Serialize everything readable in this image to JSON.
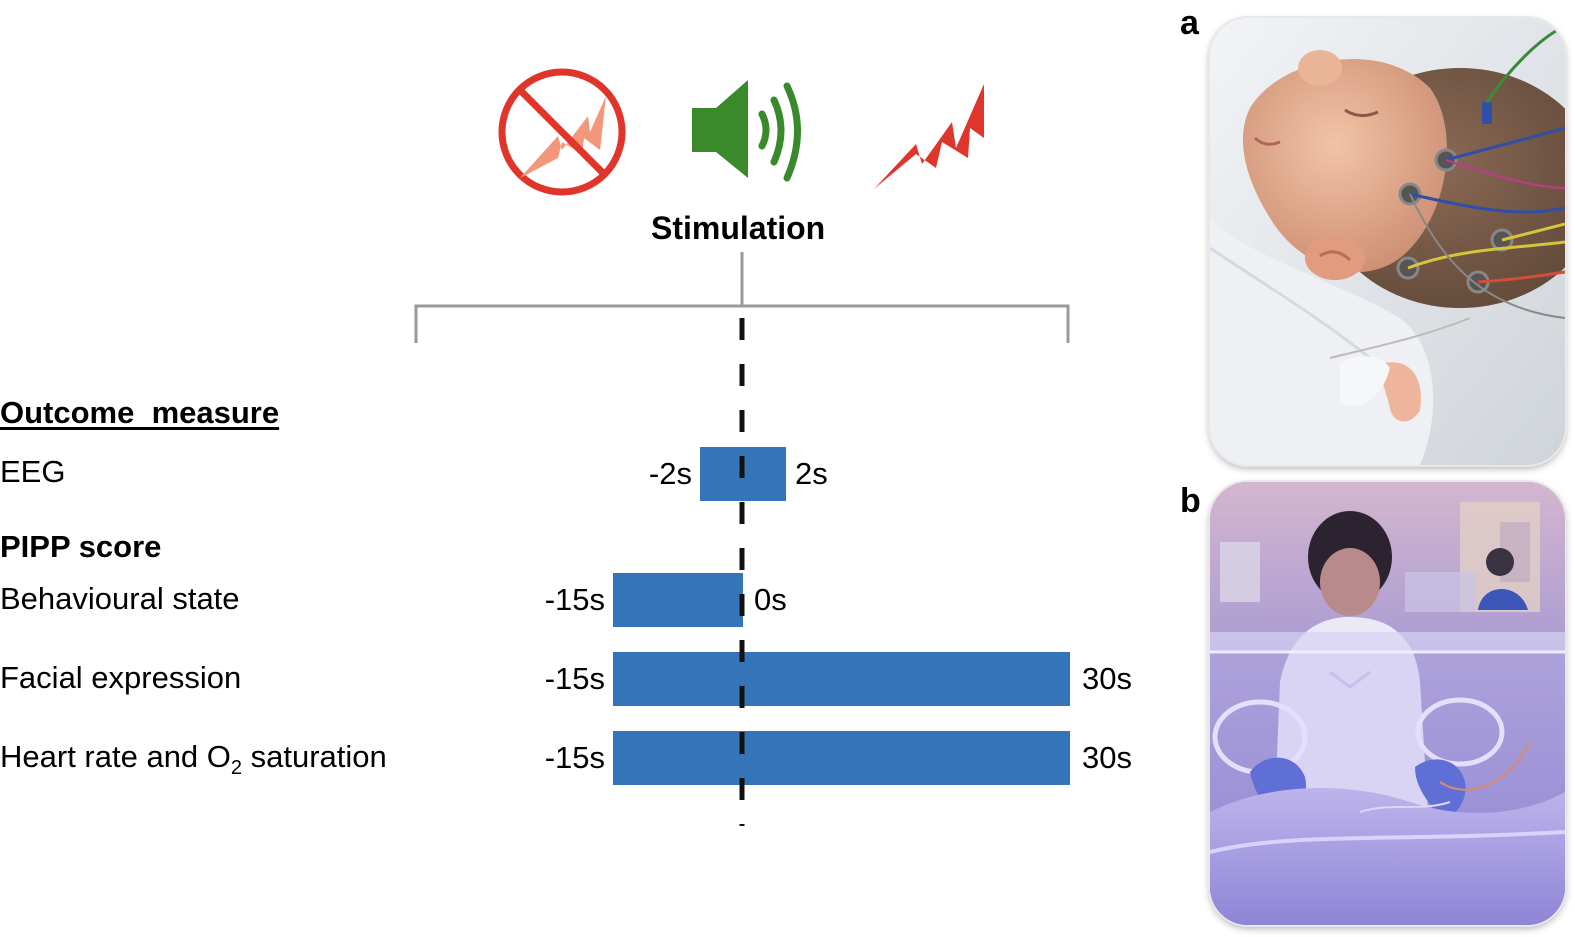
{
  "stimulation": {
    "label": "Stimulation",
    "icons": [
      "no-stimulus-icon",
      "sound-icon",
      "lightning-icon"
    ],
    "colors": {
      "red": "#e0352a",
      "salmon": "#f4967a",
      "green": "#3a8a2c"
    }
  },
  "outcome_header": "Outcome  measure",
  "eeg": {
    "label": "EEG",
    "start": "-2s",
    "end": "2s"
  },
  "pipp": {
    "header": "PIPP score",
    "rows": [
      {
        "label": "Behavioural state",
        "start": "-15s",
        "end": "0s"
      },
      {
        "label": "Facial expression",
        "start": "-15s",
        "end": "30s"
      },
      {
        "label_prefix": "Heart rate and O",
        "label_sub": "2",
        "label_suffix": " saturation",
        "start": "-15s",
        "end": "30s"
      }
    ]
  },
  "bar_color": "#3375b8",
  "panels": [
    {
      "letter": "a",
      "subject": "newborn-with-eeg-electrodes-photo"
    },
    {
      "letter": "b",
      "subject": "nurse-at-incubator-photo"
    }
  ]
}
